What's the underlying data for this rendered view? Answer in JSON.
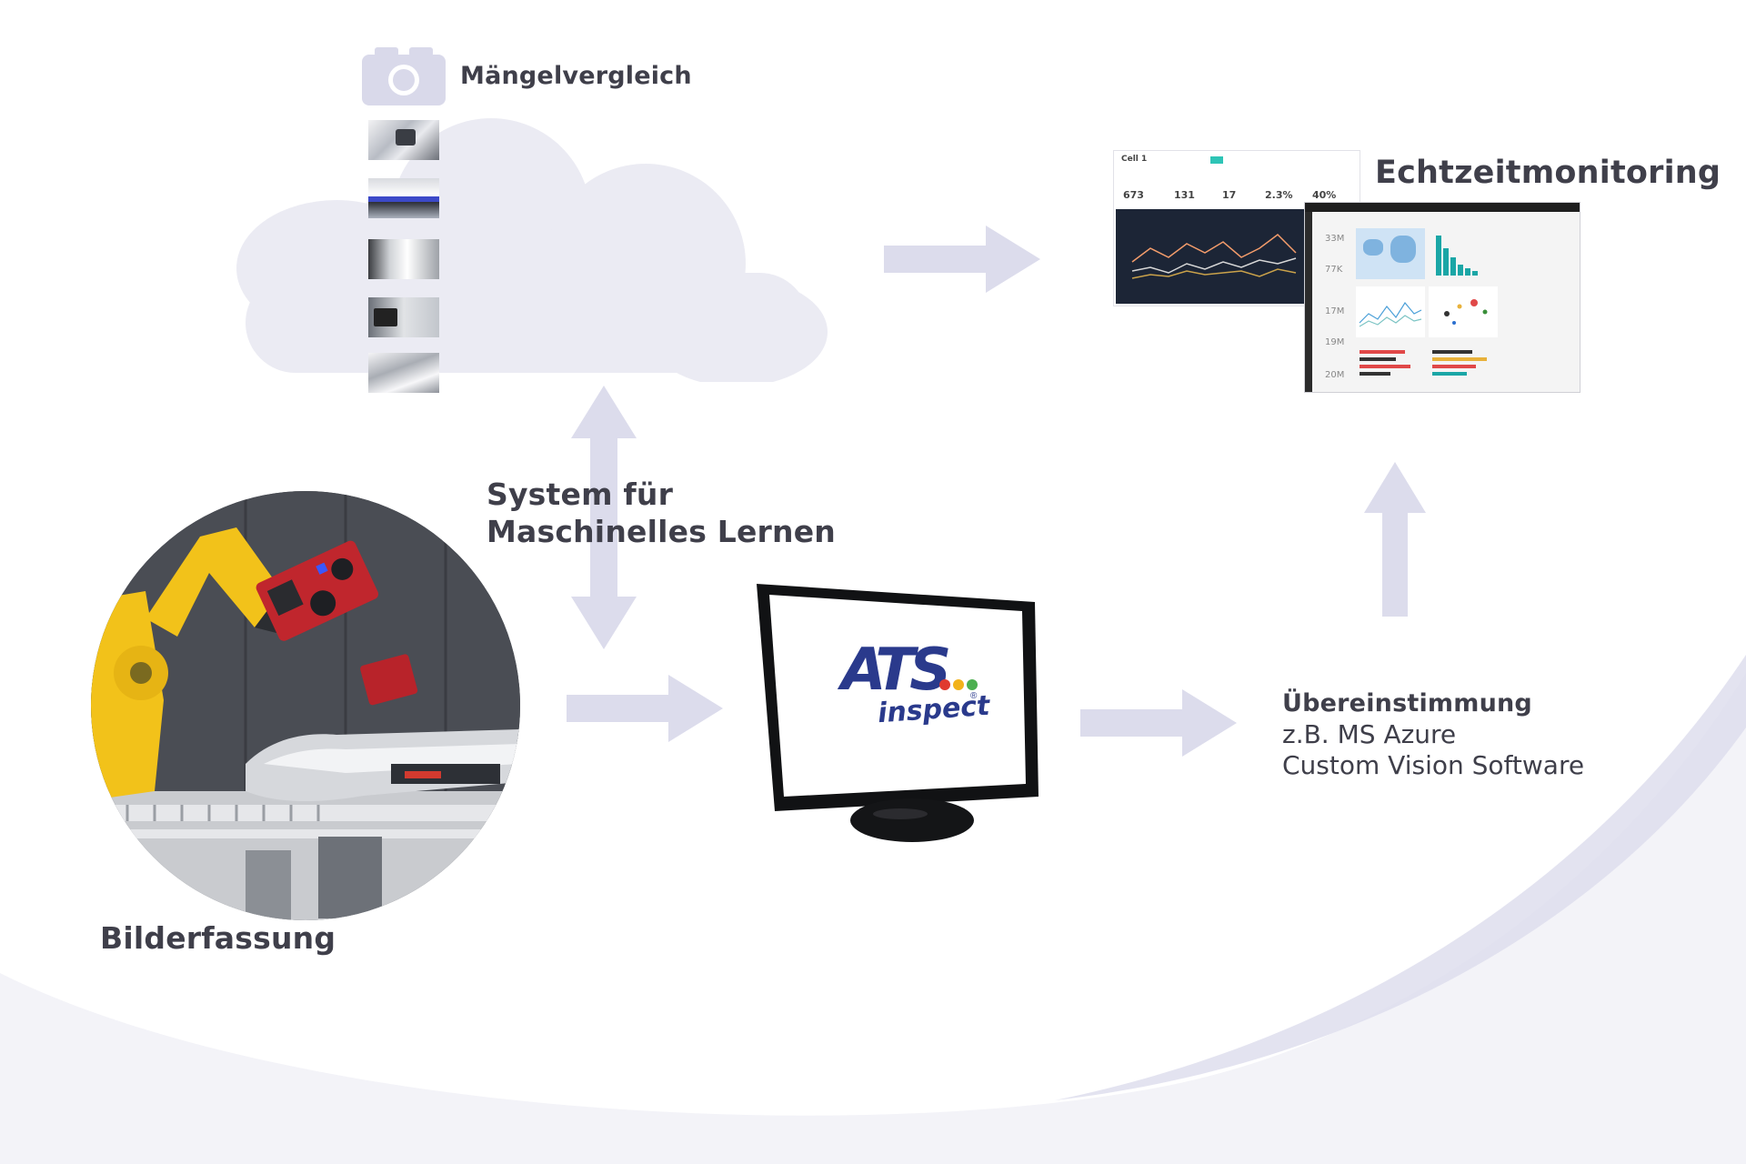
{
  "labels": {
    "defect_compare": "Mängelvergleich",
    "realtime_monitoring": "Echtzeitmonitoring",
    "ml_system_line1": "System für",
    "ml_system_line2": "Maschinelles Lernen",
    "image_capture": "Bilderfassung",
    "match_title": "Übereinstimmung",
    "match_line1": "z.B. MS Azure",
    "match_line2": "Custom Vision Software"
  },
  "logo": {
    "brand_letters": "ATS",
    "product": "inspect",
    "registered": "®",
    "dot_colors": [
      "#e03a2f",
      "#f2b21b",
      "#4caf50"
    ]
  },
  "dashboard": {
    "cell_title": "Cell 1",
    "kpis": [
      "673",
      "131",
      "17",
      "2.3%",
      "40%"
    ],
    "tiles": [
      "33M",
      "77K",
      "17M",
      "19M",
      "20M"
    ]
  },
  "colors": {
    "cloud": "#ebebf3",
    "arrow": "#dcdcec",
    "camera_icon": "#d9d9ea",
    "swoosh": "#e6e6f2",
    "text": "#3f3f4a"
  },
  "icons": [
    "camera-icon",
    "cloud-icon",
    "arrow-right-icon",
    "arrow-up-icon",
    "arrow-updown-icon"
  ]
}
